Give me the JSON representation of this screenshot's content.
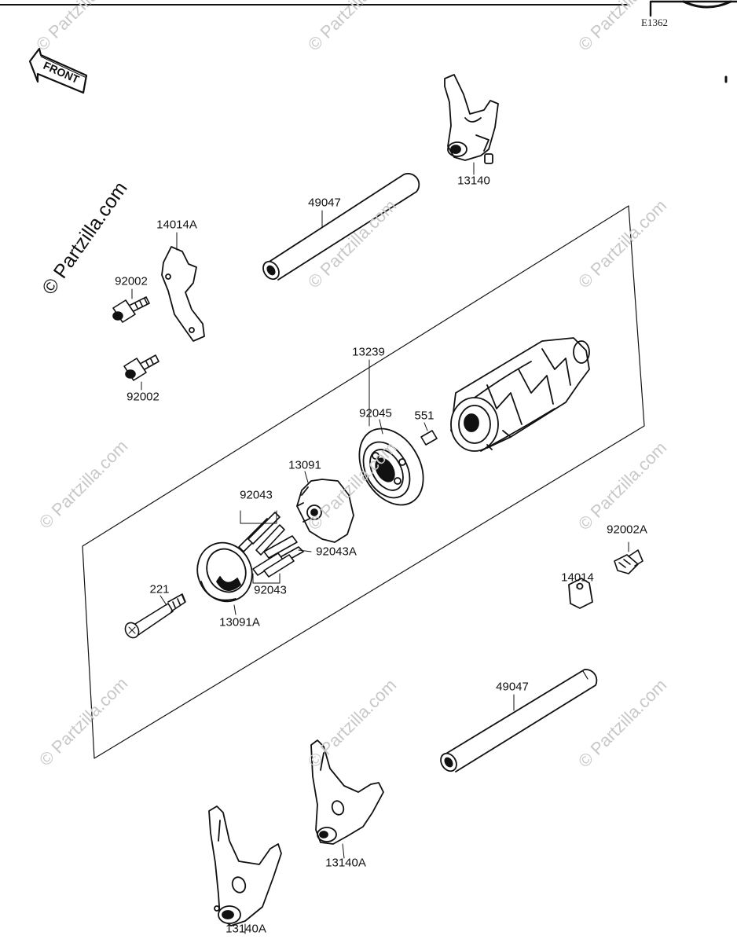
{
  "diagram_code": "E1362",
  "front_label": "FRONT",
  "watermark": {
    "main": "© Partzilla.com",
    "faint": "© Partzilla.com"
  },
  "labels": {
    "p13140": "13140",
    "p49047_top": "49047",
    "p14014A": "14014A",
    "p92002_top": "92002",
    "p92002_bottom": "92002",
    "p13239": "13239",
    "p92045": "92045",
    "p551": "551",
    "p13091": "13091",
    "p92043_top": "92043",
    "p92043A": "92043A",
    "p92043_bottom": "92043",
    "p221": "221",
    "p13091A": "13091A",
    "p14014": "14014",
    "p92002A": "92002A",
    "p49047_bottom": "49047",
    "p13140A_mid": "13140A",
    "p13140A_bottom": "13140A"
  },
  "colors": {
    "line": "#111111",
    "watermark": "#c8c8c8",
    "paper": "#ffffff"
  }
}
